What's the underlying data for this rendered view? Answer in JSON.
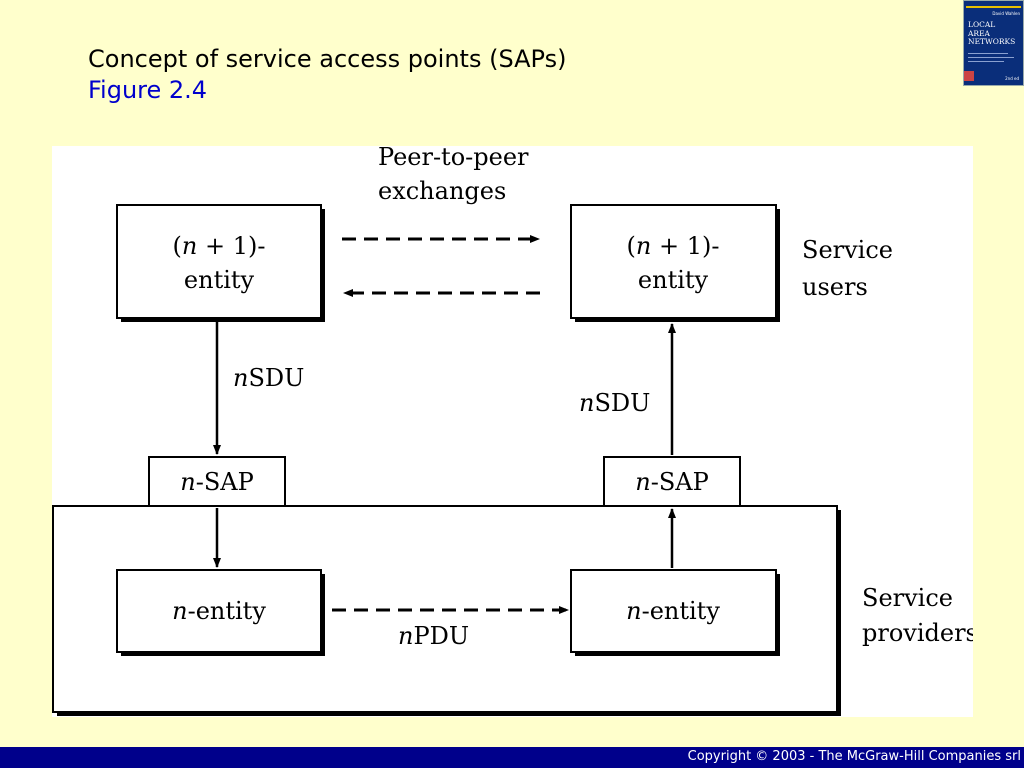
{
  "slide": {
    "title": "Concept of service access points (SAPs)",
    "subtitle": "Figure 2.4"
  },
  "book_cover": {
    "title": "LOCAL\nAREA\nNETWORKS",
    "author": "David Wahlen",
    "edition": "2nd ed"
  },
  "diagram": {
    "peer_label_line1": "Peer-to-peer",
    "peer_label_line2": "exchanges",
    "left_upper_entity": {
      "line1_pre": "(",
      "line1_n": "n",
      "line1_post": " + 1)-",
      "line2": "entity"
    },
    "right_upper_entity": {
      "line1_pre": "(",
      "line1_n": "n",
      "line1_post": " + 1)-",
      "line2": "entity"
    },
    "service_users_line1": "Service",
    "service_users_line2": "users",
    "left_sdu": {
      "n": "n",
      "rest": "SDU"
    },
    "right_sdu": {
      "n": "n",
      "rest": "SDU"
    },
    "left_sap": {
      "n": "n",
      "rest": "-SAP"
    },
    "right_sap": {
      "n": "n",
      "rest": "-SAP"
    },
    "left_lower_entity": {
      "n": "n",
      "rest": "-entity"
    },
    "right_lower_entity": {
      "n": "n",
      "rest": "-entity"
    },
    "pdu": {
      "n": "n",
      "rest": "PDU"
    },
    "service_providers_line1": "Service",
    "service_providers_line2": "providers"
  },
  "footer": {
    "copyright": "Copyright © 2003 - The McGraw-Hill Companies srl"
  },
  "colors": {
    "background": "#FFFFCC",
    "subtitle": "#0000CC",
    "footer": "#00008B"
  }
}
